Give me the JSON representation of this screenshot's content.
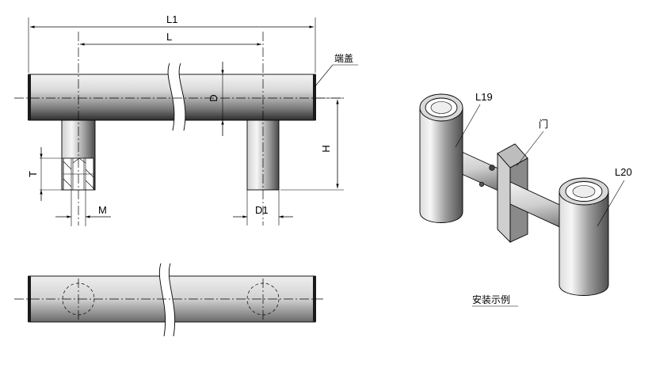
{
  "labels": {
    "L1": "L1",
    "L": "L",
    "D": "D",
    "H": "H",
    "T": "T",
    "M": "M",
    "D1": "D1",
    "end_cap": "端盖",
    "L19": "L19",
    "door": "门",
    "L20": "L20",
    "caption": "安装示例"
  },
  "colors": {
    "line": "#000000",
    "background": "#ffffff"
  }
}
